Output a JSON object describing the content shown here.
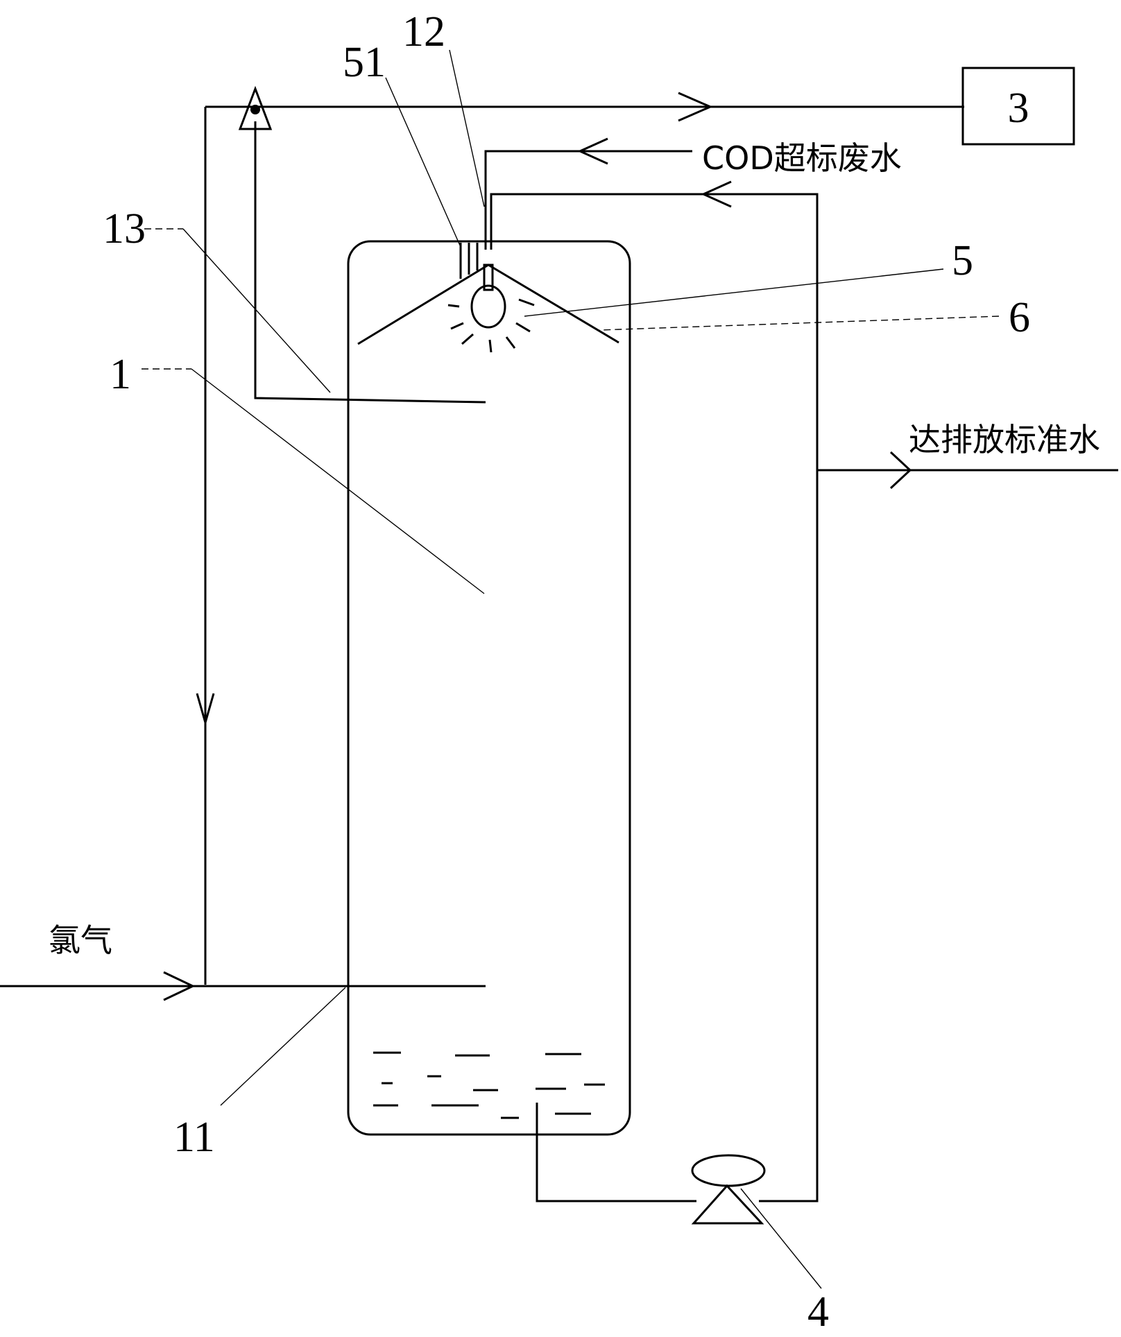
{
  "labels": {
    "reactor": "1",
    "gas_inlet": "11",
    "inlet_pipe": "12",
    "gas_outlet": "13",
    "absorber": "3",
    "pump": "4",
    "uv_lamp": "5",
    "lamp_sleeve": "51",
    "reflector": "6"
  },
  "texts": {
    "cod_wastewater": "COD超标废水",
    "discharge_water": "达排放标准水",
    "chlorine": "氯气"
  }
}
